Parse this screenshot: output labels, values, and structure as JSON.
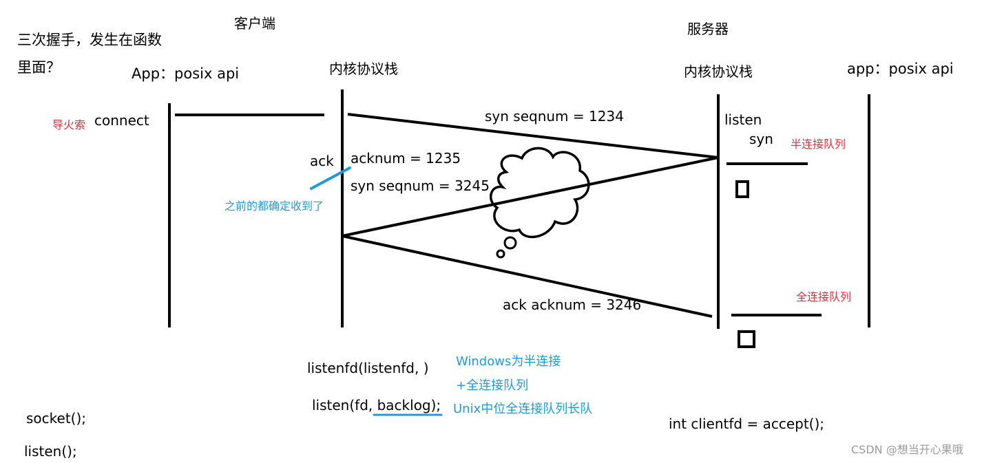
{
  "texts": {
    "intro_line1": "三次握手，发生在函数",
    "intro_line2": "里面？",
    "client_title": "客户端",
    "server_title": "服务器",
    "client_app": "App：posix api",
    "client_kernel": "内核协议栈",
    "server_kernel": "内核协议栈",
    "server_app": "app：posix api",
    "fuse_label": "导火索",
    "connect": "connect",
    "syn_seq_1": "syn seqnum = 1234",
    "listen_label": "listen",
    "syn_label": "syn",
    "half_queue": "半连接队列",
    "ack_label": "ack",
    "acknum": "acknum = 1235",
    "syn_seq_2": "syn seqnum = 3245",
    "confirm_note": "之前的都确定收到了",
    "ack_acknum": "ack acknum = 3246",
    "full_queue": "全连接队列",
    "listenfd_call": "listenfd(listenfd, )",
    "listen_call": "listen(fd, backlog);",
    "windows_note": "Windows为半连接",
    "full_queue_note": "+全连接队列",
    "unix_note": "Unix中位全连接队列长队",
    "socket_call": "socket();",
    "listen_call2": "listen();",
    "accept_call": "int clientfd = accept();",
    "watermark": "CSDN @想当开心果哦"
  },
  "colors": {
    "ink": "#000000",
    "red_note": "#e0303a",
    "blue_note": "#1f9bd6",
    "watermark": "#9a9a9a"
  }
}
